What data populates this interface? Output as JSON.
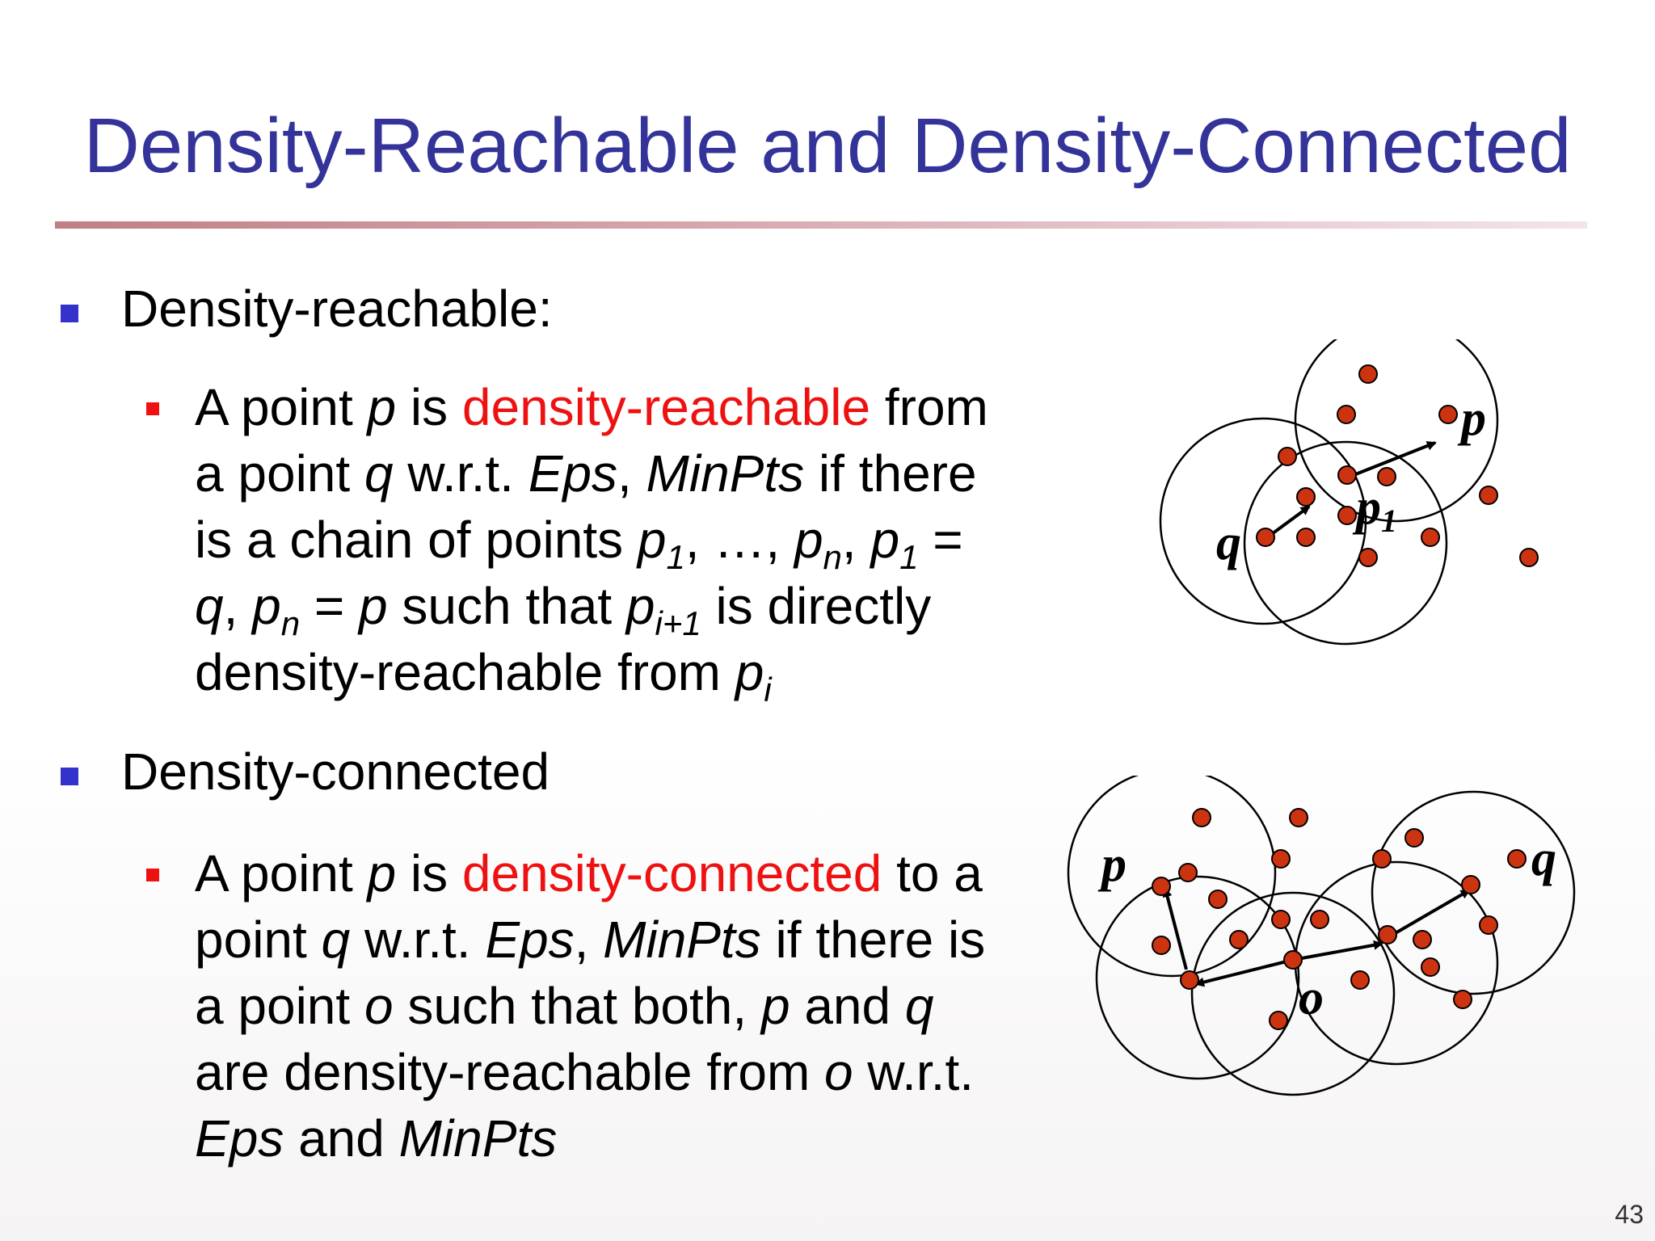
{
  "slide": {
    "title": "Density-Reachable and Density-Connected",
    "page_number": "43"
  },
  "reachable": {
    "heading": "Density-reachable:",
    "def": {
      "l1_a": "A point ",
      "l1_p": "p",
      "l1_b": " is ",
      "l1_term": "density-reachable",
      "l1_c": " from",
      "l2_a": "a point ",
      "l2_q": "q",
      "l2_b": " w.r.t. ",
      "l2_eps": "Eps",
      "l2_c": ", ",
      "l2_minpts": "MinPts",
      "l2_d": " if there",
      "l3_a": "is a chain of points ",
      "l3_p1": "p",
      "l3_s1": "1",
      "l3_b": ", …, ",
      "l3_pn": "p",
      "l3_sn": "n",
      "l3_c": ", ",
      "l3_p1b": "p",
      "l3_s1b": "1",
      "l3_d": " =",
      "l4_q": "q",
      "l4_a": ", ",
      "l4_pn": "p",
      "l4_sn": "n",
      "l4_b": " = ",
      "l4_p": "p",
      "l4_c": " such that ",
      "l4_pi1": "p",
      "l4_si1": "i+1",
      "l4_d": " is directly",
      "l5_a": "density-reachable from ",
      "l5_pi": "p",
      "l5_si": "i"
    },
    "figure": {
      "label_p": "p",
      "label_q": "q",
      "label_p1": "p",
      "label_p1_sub": "1"
    }
  },
  "connected": {
    "heading": "Density-connected",
    "def": {
      "l1_a": "A point ",
      "l1_p": "p",
      "l1_b": " is ",
      "l1_term": "density-connected",
      "l1_c": " to a",
      "l2_a": "point ",
      "l2_q": "q",
      "l2_b": " w.r.t. ",
      "l2_eps": "Eps",
      "l2_c": ", ",
      "l2_minpts": "MinPts",
      "l2_d": " if there is",
      "l3_a": "a point ",
      "l3_o": "o",
      "l3_b": " such that both, ",
      "l3_p": "p",
      "l3_c": " and ",
      "l3_q": "q",
      "l4_a": "are density-reachable from ",
      "l4_o": "o",
      "l4_b": " w.r.t.",
      "l5_eps": "Eps",
      "l5_a": " and ",
      "l5_minpts": "MinPts"
    },
    "figure": {
      "label_p": "p",
      "label_q": "q",
      "label_o": "o"
    }
  },
  "colors": {
    "title": "#333399",
    "highlight": "#ee1111",
    "point_fill": "#cc3311",
    "bullet_l1": "#3333cc",
    "bullet_l2": "#ee1111"
  }
}
